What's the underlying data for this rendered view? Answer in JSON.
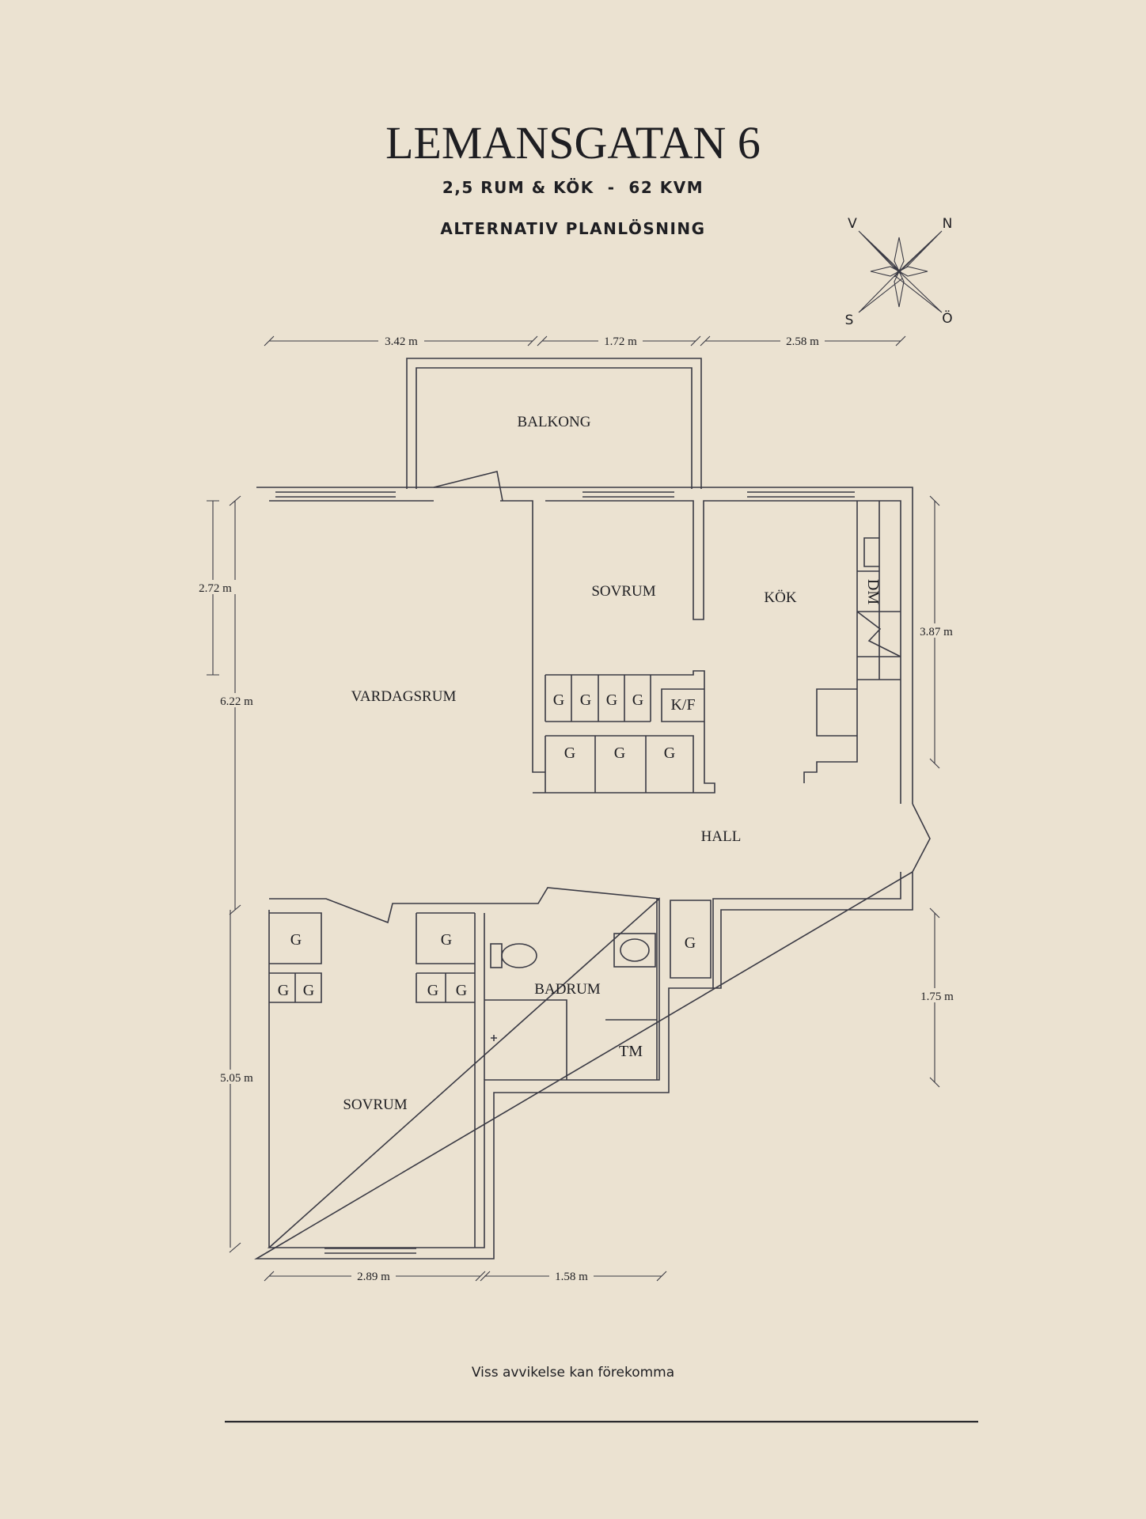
{
  "header": {
    "title": "LEMANSGATAN 6",
    "subtitle": "2,5 RUM & KÖK  -  62 KVM",
    "plan_type": "ALTERNATIV PLANLÖSNING"
  },
  "compass": {
    "nw": "V",
    "ne": "N",
    "sw": "S",
    "se": "Ö"
  },
  "rooms": {
    "balkong": "BALKONG",
    "sovrum_1": "SOVRUM",
    "kok": "KÖK",
    "vardagsrum": "VARDAGSRUM",
    "hall": "HALL",
    "badrum": "BADRUM",
    "sovrum_2": "SOVRUM"
  },
  "fixtures": {
    "garderob": "G",
    "kyl_frys": "K/F",
    "diskmaskin": "DM",
    "tvattmaskin": "TM"
  },
  "dimensions": {
    "top_1": "3.42 m",
    "top_2": "1.72 m",
    "top_3": "2.58 m",
    "left_1": "2.72 m",
    "left_2": "6.22 m",
    "left_3": "5.05 m",
    "right_1": "3.87 m",
    "right_2": "1.75 m",
    "bottom_1": "2.89 m",
    "bottom_2": "1.58 m"
  },
  "footer": {
    "disclaimer": "Viss avvikelse kan förekomma"
  }
}
